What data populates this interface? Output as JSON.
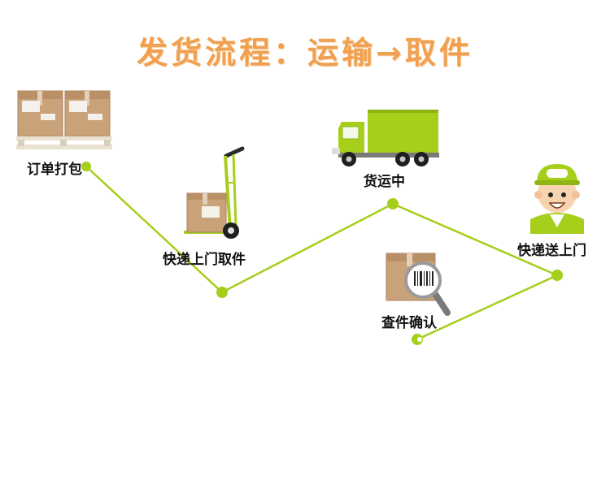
{
  "title": "发货流程：运输→取件",
  "steps": [
    {
      "label": "订单打包"
    },
    {
      "label": "快递上门取件"
    },
    {
      "label": "货运中"
    },
    {
      "label": "快递送上门"
    },
    {
      "label": "查件确认"
    }
  ],
  "colors": {
    "title": "#f0a050",
    "line": "#a5cf1a",
    "truck": "#a5cf1a",
    "box": "#c9a27a"
  },
  "icons": [
    "package-boxes-icon",
    "hand-truck-icon",
    "delivery-truck-icon",
    "courier-icon",
    "barcode-magnifier-icon"
  ]
}
